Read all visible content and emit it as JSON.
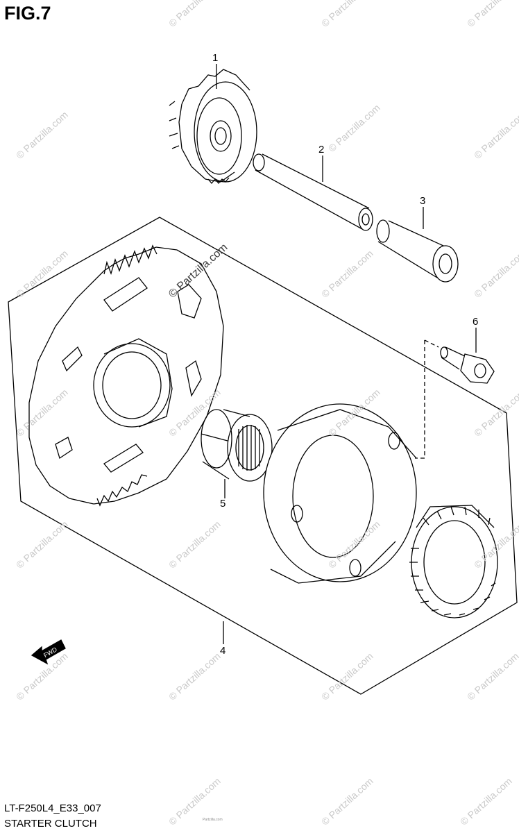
{
  "figure_label": "FIG.7",
  "watermark_text": "© Partzilla.com",
  "part_callouts": [
    {
      "number": "1"
    },
    {
      "number": "2"
    },
    {
      "number": "3"
    },
    {
      "number": "4"
    },
    {
      "number": "5"
    },
    {
      "number": "6"
    }
  ],
  "fwd_label": "FWD",
  "diagram_code": "LT-F250L4_E33_007",
  "diagram_title": "STARTER CLUTCH",
  "footer_tiny_text": "Partzilla.com"
}
